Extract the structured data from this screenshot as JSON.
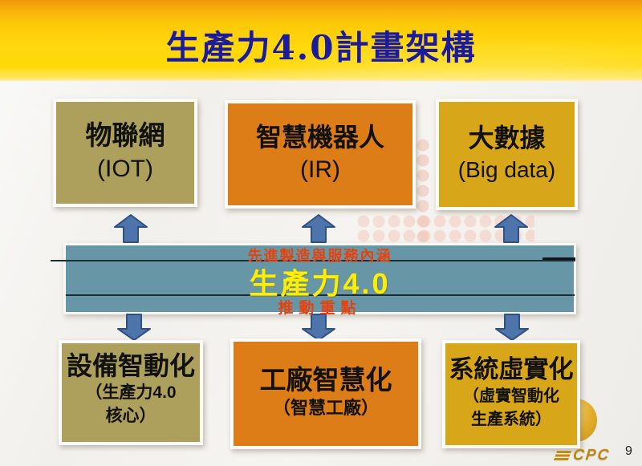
{
  "slide": {
    "title": "生產力4.0計畫架構",
    "page_number": "9",
    "footer_logo": "CPC"
  },
  "colors": {
    "title_text": "#1b1b9e",
    "banner_gold": "#ffd40a",
    "olive_box": "#ada05c",
    "orange_box": "#dd7d17",
    "gold_box": "#d8a619",
    "center_bar_bg": "#6797a7",
    "arrow_fill": "#4d74ab",
    "arrow_stroke": "#2f5183",
    "red_label": "#e8420c",
    "yellow_label": "#ffee00",
    "box_text": "#111111",
    "logo_gold": "#bd8713"
  },
  "top_boxes": [
    {
      "title": "物聯網",
      "subtitle": "(IOT)",
      "color": "#ada05c"
    },
    {
      "title": "智慧機器人",
      "subtitle": "(IR)",
      "color": "#dd7d17"
    },
    {
      "title": "大數據",
      "subtitle": "(Big data)",
      "color": "#d8a619"
    }
  ],
  "center_bar": {
    "top_label": "先進製造與服務內涵",
    "main_label": "生產力4.0",
    "bottom_label": "推動重點"
  },
  "bottom_boxes": [
    {
      "title": "設備智動化",
      "subtitle_line1": "（生產力4.0",
      "subtitle_line2": "核心）",
      "color": "#ada05c"
    },
    {
      "title": "工廠智慧化",
      "subtitle_line1": "（智慧工廠）",
      "color": "#dd7d17"
    },
    {
      "title": "系統虛實化",
      "subtitle_line1": "（虛實智動化",
      "subtitle_line2": "生產系統）",
      "color": "#d8a619"
    }
  ]
}
